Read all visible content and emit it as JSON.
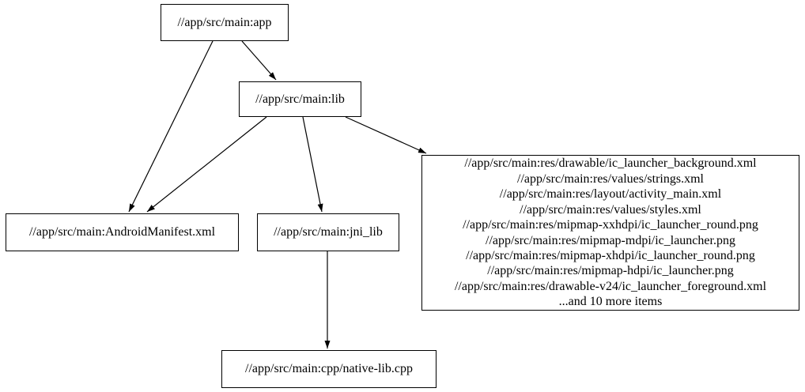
{
  "diagram": {
    "type": "dependency-graph",
    "background_color": "#ffffff",
    "node_border_color": "#000000",
    "edge_color": "#000000",
    "text_color": "#000000",
    "nodes": {
      "app": {
        "label": "//app/src/main:app"
      },
      "lib": {
        "label": "//app/src/main:lib"
      },
      "android_manifest": {
        "label": "//app/src/main:AndroidManifest.xml"
      },
      "jni_lib": {
        "label": "//app/src/main:jni_lib"
      },
      "res_files": {
        "lines": [
          "//app/src/main:res/drawable/ic_launcher_background.xml",
          "//app/src/main:res/values/strings.xml",
          "//app/src/main:res/layout/activity_main.xml",
          "//app/src/main:res/values/styles.xml",
          "//app/src/main:res/mipmap-xxhdpi/ic_launcher_round.png",
          "//app/src/main:res/mipmap-mdpi/ic_launcher.png",
          "//app/src/main:res/mipmap-xhdpi/ic_launcher_round.png",
          "//app/src/main:res/mipmap-hdpi/ic_launcher.png",
          "//app/src/main:res/drawable-v24/ic_launcher_foreground.xml",
          "...and 10 more items"
        ]
      },
      "native_lib": {
        "label": "//app/src/main:cpp/native-lib.cpp"
      }
    },
    "edges": [
      {
        "from": "app",
        "to": "lib"
      },
      {
        "from": "app",
        "to": "android_manifest"
      },
      {
        "from": "lib",
        "to": "android_manifest"
      },
      {
        "from": "lib",
        "to": "jni_lib"
      },
      {
        "from": "lib",
        "to": "res_files"
      },
      {
        "from": "jni_lib",
        "to": "native_lib"
      }
    ]
  }
}
